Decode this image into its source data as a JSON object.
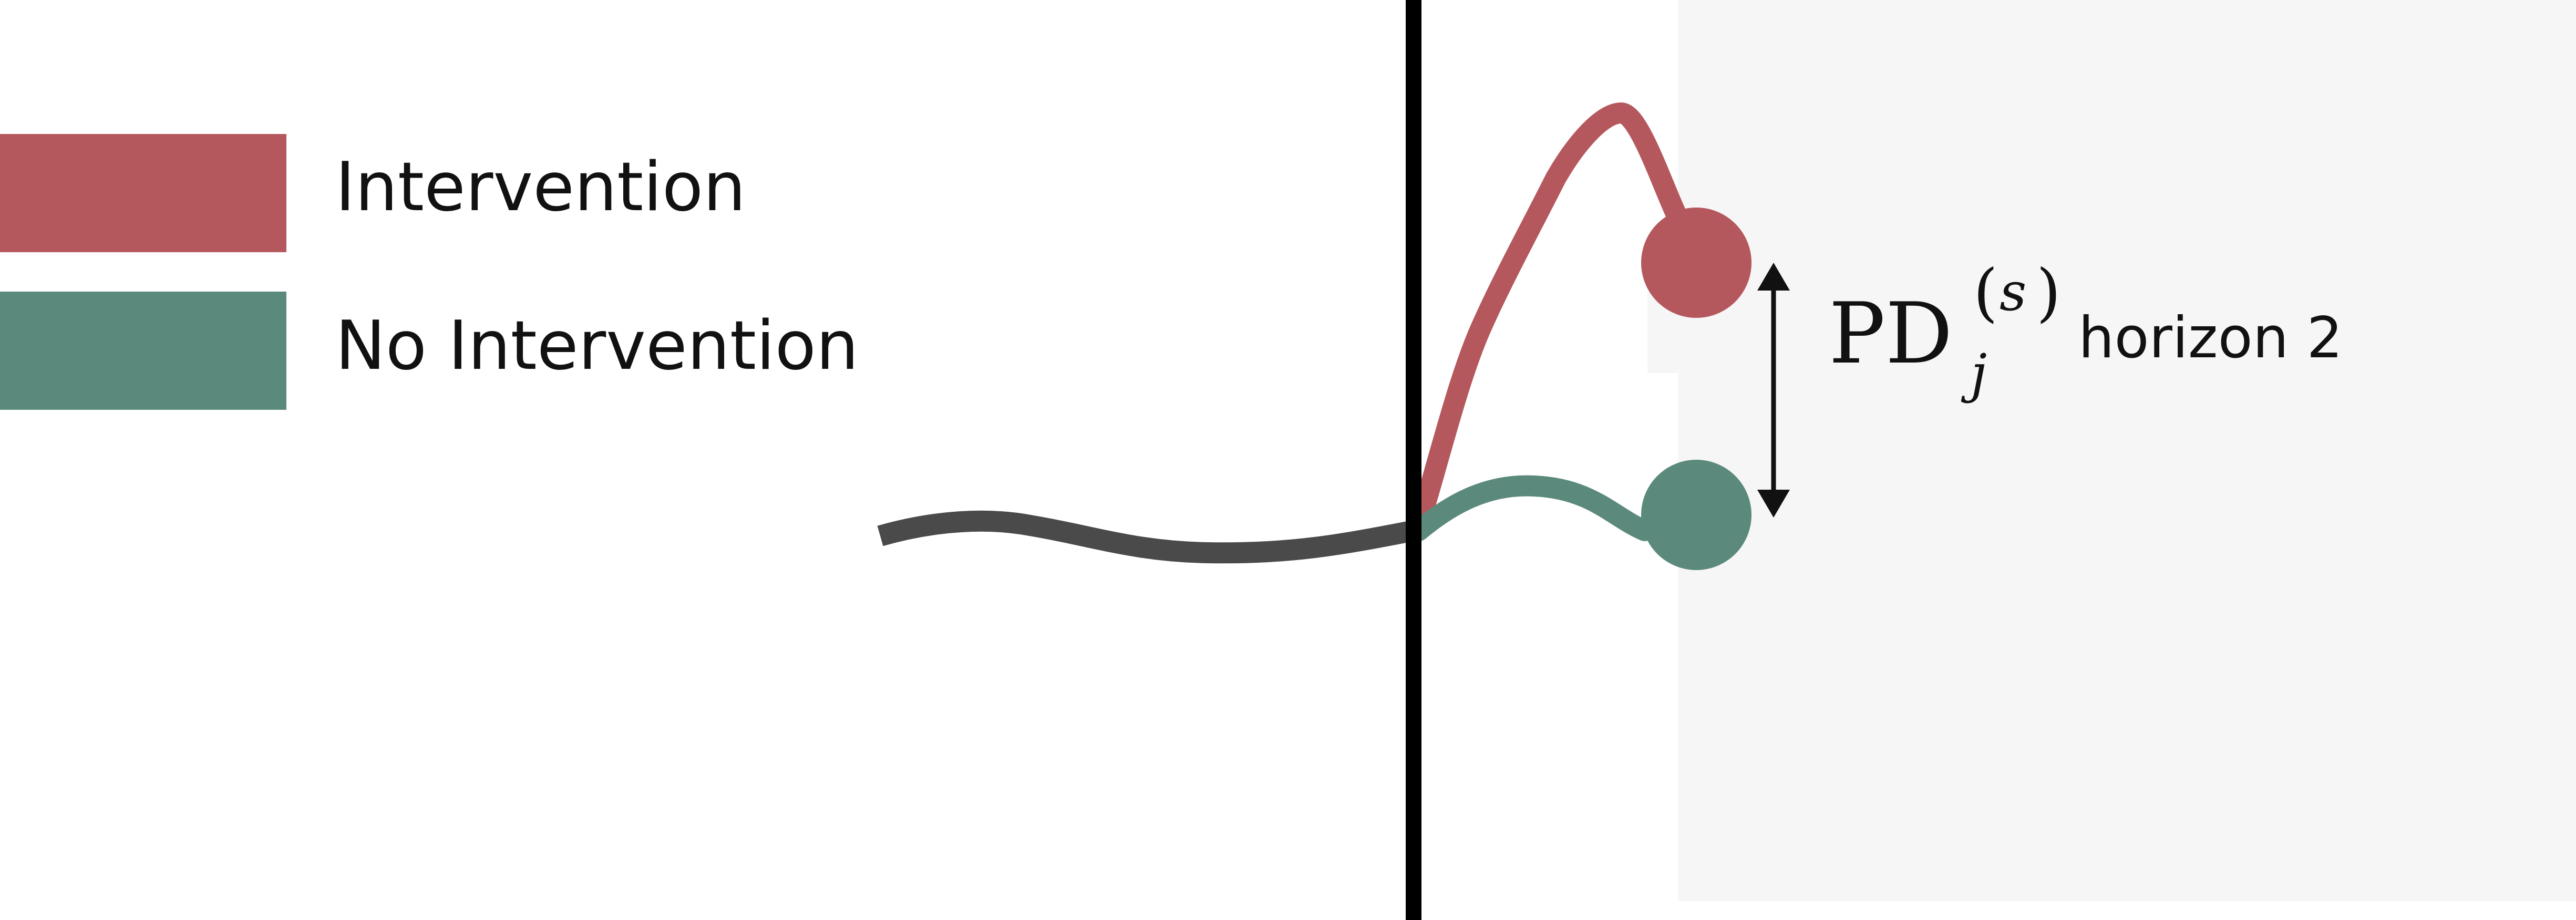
{
  "legend": {
    "items": [
      {
        "label": "Intervention",
        "color": "#b5585d"
      },
      {
        "label": "No Intervention",
        "color": "#5b8a7d"
      }
    ]
  },
  "colors": {
    "history_line": "#4a4a4a",
    "divider": "#000000",
    "forecast_region": "#f6f6f6",
    "arrow": "#111111"
  },
  "annotation": {
    "symbol": "PD",
    "superscript_var": "s",
    "subscript_var": "j",
    "suffix": "horizon 2"
  }
}
